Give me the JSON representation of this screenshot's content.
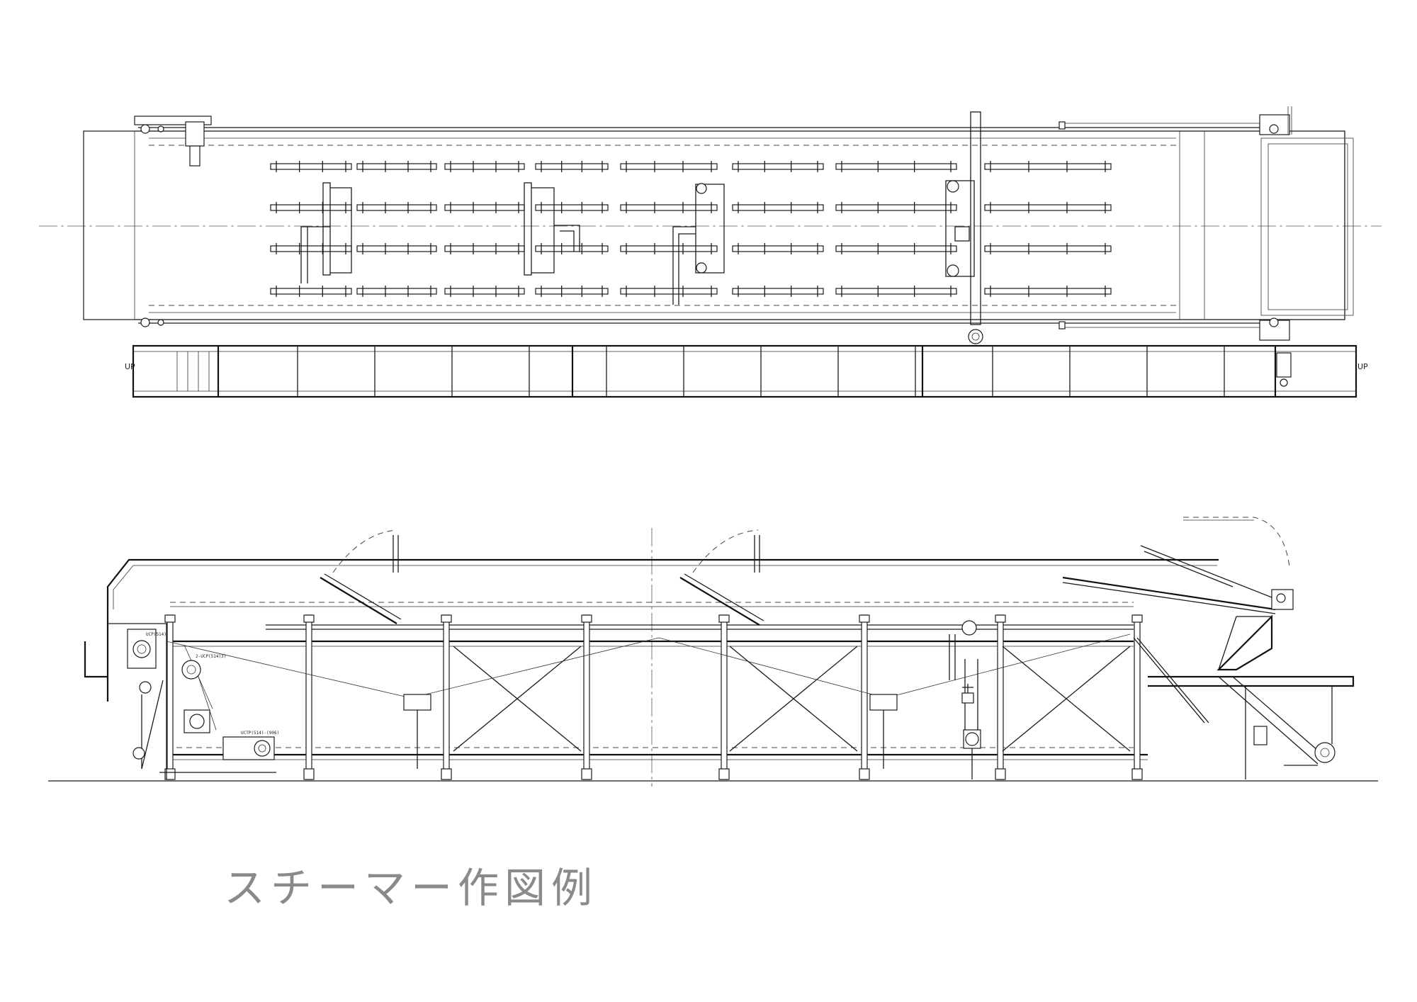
{
  "drawing": {
    "title": "スチーマー作図例",
    "plan_view": {
      "up_left": "UP",
      "up_right": "UP"
    },
    "side_view": {
      "motor_label_1": "UCP(514)",
      "motor_label_2": "2-UCP(514)3)",
      "motor_label_3": "UCTP(514)-(906)"
    }
  },
  "colors": {
    "line": "#1a1a1a",
    "title": "#8a8a8a",
    "background": "#ffffff"
  }
}
